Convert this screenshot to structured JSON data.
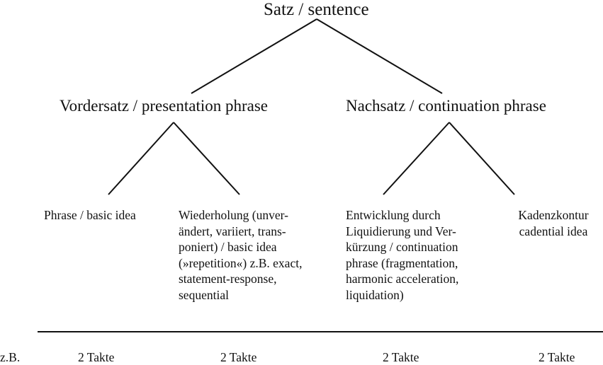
{
  "root": {
    "label": "Satz / sentence"
  },
  "presentation": {
    "label": "Vordersatz / presentation phrase"
  },
  "continuation": {
    "label": "Nachsatz / continuation phrase"
  },
  "leaves": {
    "basic_idea": [
      "Phrase / basic idea"
    ],
    "repetition": [
      "Wiederholung (unver-",
      "ändert, variiert, trans-",
      "poniert) / basic idea",
      "(»repetition«) z.B. exact,",
      "statement-response,",
      "sequential"
    ],
    "development": [
      "Entwicklung durch",
      "Liquidierung und Ver-",
      "kürzung / continuation",
      "phrase (fragmentation,",
      "harmonic acceleration,",
      "liquidation)"
    ],
    "cadential": [
      "Kadenzkontur",
      "cadential idea"
    ]
  },
  "bottom": {
    "label": "z.B.",
    "measures": [
      "2 Takte",
      "2 Takte",
      "2 Takte",
      "2 Takte"
    ]
  }
}
